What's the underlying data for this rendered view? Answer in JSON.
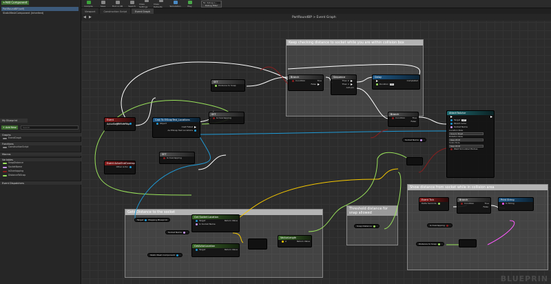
{
  "toolbar": {
    "buttons": [
      {
        "label": "Compile",
        "color": "#3aa33a"
      },
      {
        "label": "Save",
        "color": "#888888"
      },
      {
        "label": "Find in CB",
        "color": "#888888"
      },
      {
        "label": "Search",
        "color": "#888888"
      },
      {
        "label": "Class Settings",
        "color": "#888888"
      },
      {
        "label": "Class Defaults",
        "color": "#888888"
      },
      {
        "label": "Simulation",
        "color": "#4a8ac4"
      },
      {
        "label": "Play",
        "color": "#4aa84a"
      }
    ],
    "debug_filter": {
      "label": "Debug Filter",
      "value": "No debug o..."
    }
  },
  "components": {
    "add_label": "+Add Component",
    "tree": [
      "PartRoundBP(self)",
      "StaticMeshComponent (Inherited)"
    ]
  },
  "mybp": {
    "tab_label": "My Blueprint",
    "add_new": "+ Add New",
    "search_placeholder": "Search",
    "sections": {
      "graphs": "Graphs",
      "event_graph": "EventGraph",
      "functions": "Functions",
      "construction_script": "ConstructionScript",
      "macros": "Macros",
      "variables": "Variables",
      "event_dispatchers": "Event Dispatchers"
    },
    "variables": [
      "SnapDistance",
      "SocketName",
      "IsOverlapping",
      "DistanceToSnap"
    ]
  },
  "tabs": [
    "Viewport",
    "Construction Script",
    "Event Graph"
  ],
  "graph": {
    "breadcrumb": "PartRoundBP > Event Graph",
    "watermark": "BLUEPRIN",
    "comments": {
      "checking": "Keep checking distance to socket while you are within collision box",
      "distance": "Gets Distance to the socket",
      "threshold": "Threshold distance for snap allowed",
      "show": "Show distance from socket while in collision area"
    },
    "nodes": {
      "begin_overlap": {
        "title": "Event ActorBeginOverlap",
        "pins": [
          "Other Actor"
        ]
      },
      "cast": {
        "title": "Cast To ElScapTest_Locations",
        "pins": [
          "Object",
          "Cast Failed",
          "As ElScap Test Locations"
        ]
      },
      "end_overlap": {
        "title": "Event ActorEndOverlap",
        "pins": [
          "Other Actor"
        ]
      },
      "set_overlap_true": {
        "title": "SET",
        "pins": [
          "Is Overlapping"
        ]
      },
      "set_overlap_false": {
        "title": "SET",
        "pins": [
          "Is Overlapping"
        ]
      },
      "set_distance": {
        "title": "SET",
        "pins": [
          "Distance to Snap"
        ]
      },
      "branch1": {
        "title": "Branch",
        "pins": [
          "Condition",
          "True",
          "False"
        ]
      },
      "sequence": {
        "title": "Sequence",
        "pins": [
          "Then 0",
          "Then 1",
          "Add pin"
        ]
      },
      "delay": {
        "title": "Delay",
        "pins": [
          "Duration",
          "Completed"
        ],
        "duration": "0.2"
      },
      "branch2": {
        "title": "Branch",
        "pins": [
          "Condition",
          "True",
          "False"
        ]
      },
      "attach": {
        "title": "AttachToActor",
        "pins": [
          "Target",
          "Parent Actor",
          "Socket Name",
          "Location Rule",
          "Rotation Rule",
          "Scale Rule",
          "Weld Simulated Bodies"
        ],
        "target_value": "self",
        "location_rule": "Snap to Target",
        "rotation_rule": "Keep World",
        "scale_rule": "Keep World"
      },
      "get_socket": {
        "title": "Get Socket Location",
        "pins": [
          "Target",
          "In Socket Name",
          "Return Value"
        ]
      },
      "get_actor_loc": {
        "title": "GetActorLocation",
        "pins": [
          "Target",
          "Return Value"
        ]
      },
      "vector_length": {
        "title": "VectorLength",
        "pins": [
          "A",
          "Return Value"
        ]
      },
      "event_tick": {
        "title": "Event Tick",
        "pins": [
          "Delta Seconds"
        ]
      },
      "branch3": {
        "title": "Branch",
        "pins": [
          "Condition",
          "True",
          "False"
        ]
      },
      "print_string": {
        "title": "Print String",
        "pins": [
          "In String"
        ]
      }
    },
    "vars": {
      "target": "Target",
      "mapping": "Mapping Blueprint",
      "socket_name": "Socket Name",
      "static_mesh": "Static Mesh Component",
      "snap_distance": "Snap Distance",
      "socket_name2": "Socket Name",
      "is_overlapping": "Is Overlapping",
      "distance_to_snap": "Distance to Snap"
    },
    "colors": {
      "exec": "#ffffff",
      "bool": "#8b1e1e",
      "float": "#9ae35b",
      "object": "#1f9ad6",
      "string": "#ff59ff",
      "name": "#cc99ff",
      "vector": "#f7c900"
    }
  }
}
